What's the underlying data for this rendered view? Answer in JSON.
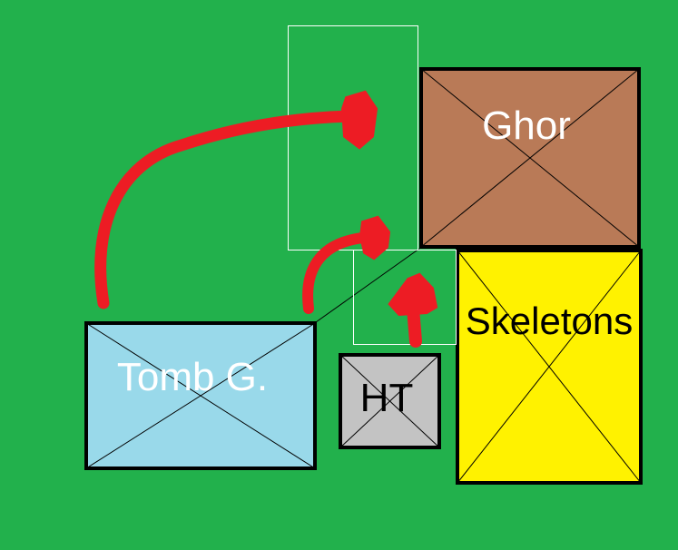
{
  "colors": {
    "background": "#22b14c",
    "arrow": "#ed1c24",
    "ghor": "#b97a57",
    "skeletons": "#fff200",
    "tomb": "#99d9ea",
    "ht": "#c3c3c3"
  },
  "labels": {
    "ghor": "Ghor",
    "skeletons": "Skeletons",
    "tomb": "Tomb G.",
    "ht": "HT"
  }
}
